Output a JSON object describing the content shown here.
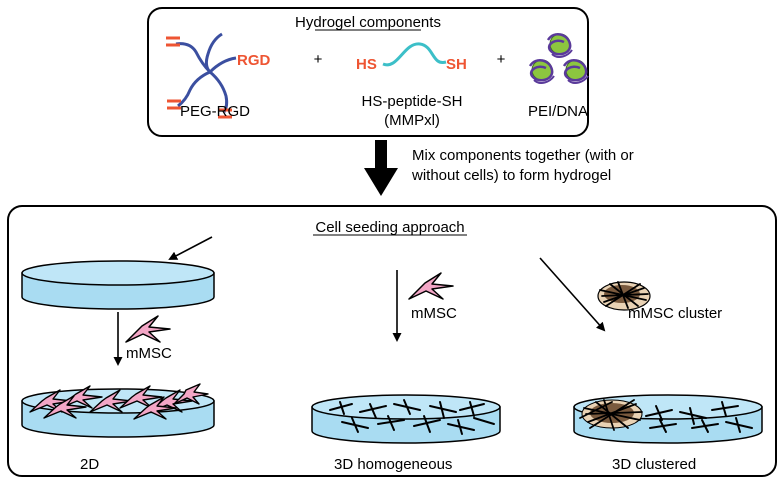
{
  "top_panel": {
    "title": "Hydrogel components",
    "components": {
      "peg_rgd": {
        "end_group": "RGD",
        "label": "PEG-RGD"
      },
      "peptide": {
        "left_group": "HS",
        "right_group": "SH",
        "label_line1": "HS-peptide-SH",
        "label_line2": "(MMPxl)"
      },
      "pei_dna": {
        "label": "PEI/DNA"
      }
    },
    "plus_sign": "+"
  },
  "mix_step": {
    "line1": "Mix components together (with or",
    "line2": "without cells) to form hydrogel"
  },
  "bottom_panel": {
    "title": "Cell seeding approach",
    "cell_label": "mMSC",
    "cluster_label": "mMSC cluster",
    "approaches": [
      "2D",
      "3D homogeneous",
      "3D clustered"
    ]
  },
  "colors": {
    "peg_arm": "#3b4fa0",
    "end_group": "#ee5533",
    "peptide_chain": "#3cbfc8",
    "dna_strand": "#5a3a9a",
    "polyplex_core": "#8cc63f",
    "gel_fill": "#a9dcf2",
    "cell_fill": "#f3a6c6",
    "cluster_fill": "#7a5a3e",
    "fiber": "#000000"
  }
}
